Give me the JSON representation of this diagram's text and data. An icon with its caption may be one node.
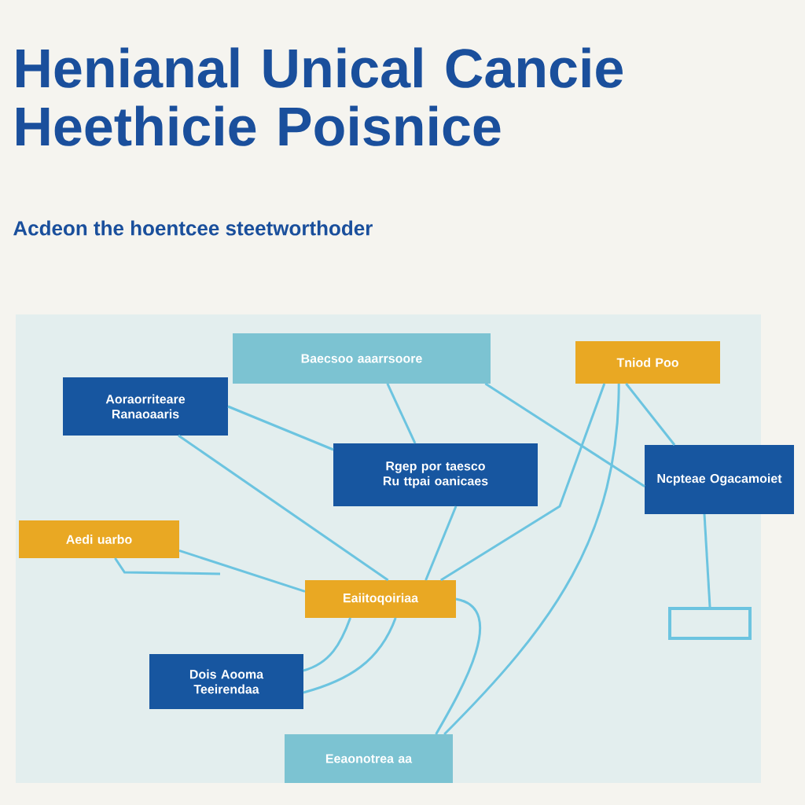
{
  "diagram": {
    "title": "Henianal Unical Cancie Heethicie Poisnice",
    "nodes": [
      {
        "text": [
          "Baecsoo aaarrsoore"
        ]
      },
      {
        "text": [
          "Aoraorriteare Ranaoaaris"
        ]
      },
      {
        "text": [
          "Rgep por taesco Ru ttpai oanicaes"
        ]
      },
      {
        "text": [
          "Tniod Poo"
        ]
      },
      {
        "text": [
          "Ncpteae Ogacamoiet"
        ]
      },
      {
        "text": [
          "Aedi uarbo"
        ]
      },
      {
        "text": [
          "Eaiitoqoiriaa"
        ]
      },
      {
        "text": [
          "Dois Aooma Teeirendaa"
        ]
      },
      {
        "text": [
          "Eeaonotrea aa"
        ]
      },
      {
        "text": [],
        "shape": "box"
      }
    ],
    "edges": [
      {
        "from": 0,
        "to": 2,
        "arrow": "none"
      },
      {
        "from": 0,
        "to": 4,
        "arrow": "none"
      },
      {
        "from": 1,
        "to": 2,
        "arrow": "none"
      },
      {
        "from": 1,
        "to": 6,
        "arrow": "none"
      },
      {
        "from": 2,
        "to": 6,
        "arrow": "none"
      },
      {
        "from": 3,
        "to": 6,
        "arrow": "none"
      },
      {
        "from": 3,
        "to": 8,
        "arrow": "none"
      },
      {
        "from": 3,
        "to": 4,
        "arrow": "none"
      },
      {
        "from": 4,
        "to": 9,
        "arrow": "none"
      },
      {
        "from": 5,
        "to": 6,
        "arrow": "none"
      },
      {
        "from": 5,
        "to": null,
        "arrow": "none"
      },
      {
        "from": 6,
        "to": 7,
        "arrow": "none"
      },
      {
        "from": 6,
        "to": 7,
        "arrow": "none"
      },
      {
        "from": 6,
        "to": 8,
        "arrow": "none"
      }
    ],
    "labels": [
      "Acdeon the hoentcee steetworthoder"
    ]
  }
}
